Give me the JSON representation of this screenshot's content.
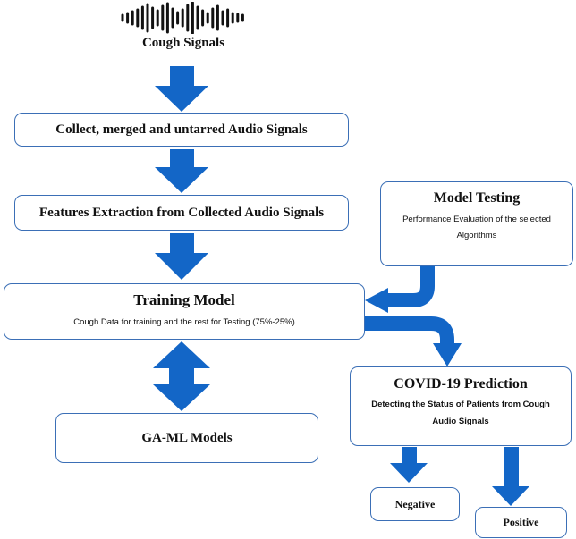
{
  "diagram": {
    "source_label": "Cough Signals",
    "step1": "Collect, merged and untarred  Audio Signals",
    "step2": "Features Extraction from Collected Audio Signals",
    "training": {
      "title": "Training Model",
      "subtitle": "Cough Data for training and the rest for Testing (75%-25%)"
    },
    "ga_ml": "GA-ML Models",
    "testing": {
      "title": "Model Testing",
      "subtitle": "Performance Evaluation of the selected Algorithms"
    },
    "prediction": {
      "title": "COVID-19 Prediction",
      "subtitle": "Detecting the Status of Patients from Cough Audio Signals"
    },
    "negative": "Negative",
    "positive": "Positive",
    "colors": {
      "arrow": "#1366c7",
      "border": "#3b6fb6"
    }
  }
}
